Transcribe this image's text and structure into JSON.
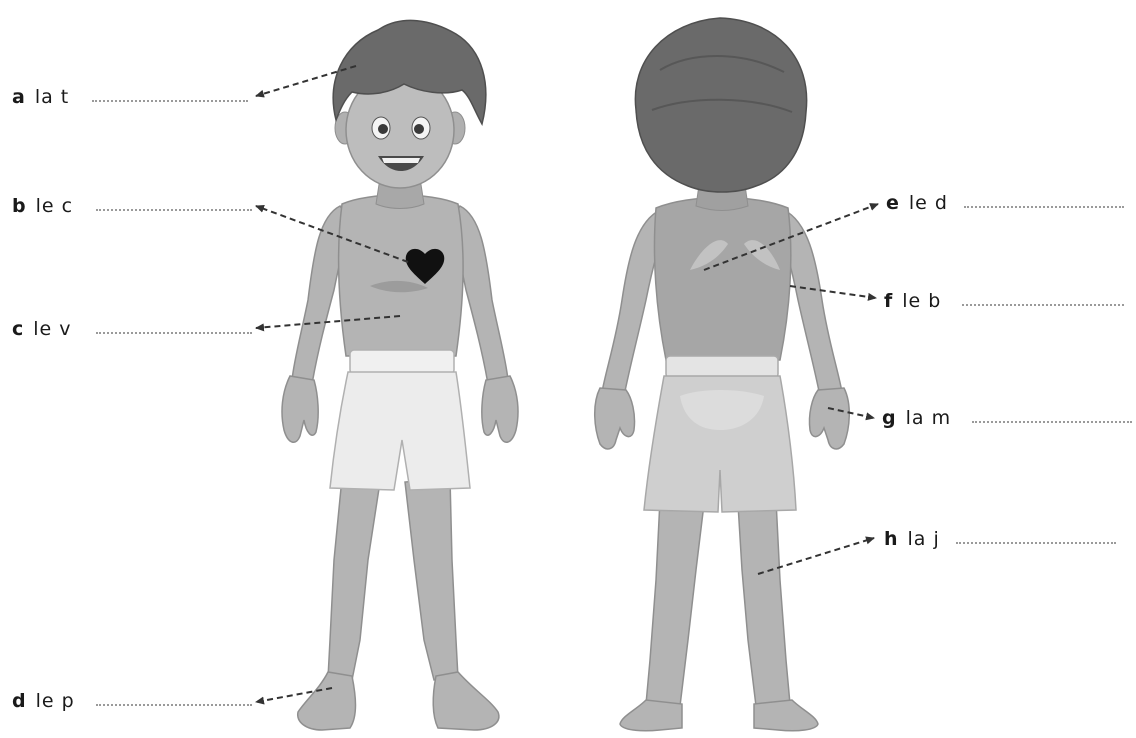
{
  "labels": [
    {
      "letter": "a",
      "word": "la t"
    },
    {
      "letter": "b",
      "word": "le c"
    },
    {
      "letter": "c",
      "word": "le v"
    },
    {
      "letter": "d",
      "word": "le p"
    },
    {
      "letter": "e",
      "word": "le d"
    },
    {
      "letter": "f",
      "word": "le b"
    },
    {
      "letter": "g",
      "word": "la m"
    },
    {
      "letter": "h",
      "word": "la j"
    }
  ],
  "colors": {
    "skin": "#b4b4b4",
    "skin_dark": "#8f8f8f",
    "hair": "#6a6a6a",
    "hair_dark": "#4f4f4f",
    "shorts": "#ececec",
    "shorts_back": "#cfcfcf",
    "heart": "#111111",
    "arrow": "#333333",
    "dots": "#9a9a9a"
  },
  "icons": {
    "heart": "heart-icon"
  }
}
